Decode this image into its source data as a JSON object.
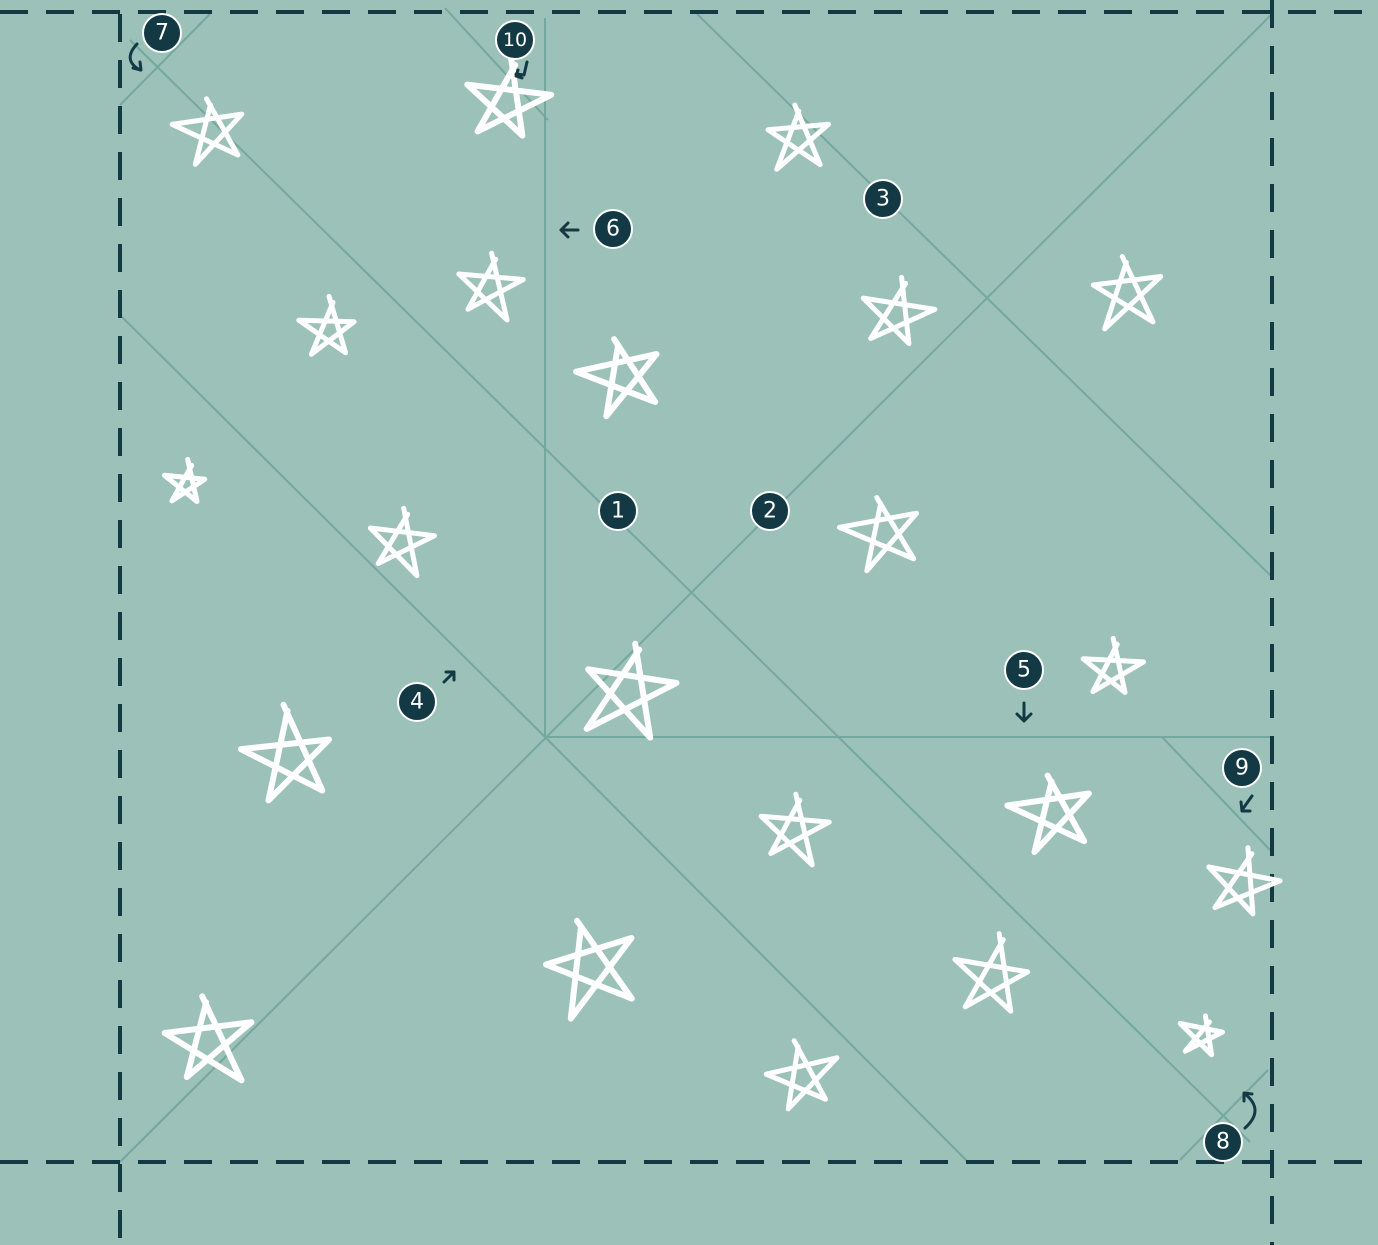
{
  "colors": {
    "background": "#9bc1b9",
    "fold_line": "#75a89c",
    "cut_line": "#133a44",
    "star": "#ffffff",
    "badge_fill": "#133a44",
    "badge_text": "#ffffff"
  },
  "steps": [
    {
      "label": "1",
      "arrow": "none"
    },
    {
      "label": "2",
      "arrow": "none"
    },
    {
      "label": "3",
      "arrow": "none"
    },
    {
      "label": "4",
      "arrow": "up-right"
    },
    {
      "label": "5",
      "arrow": "down"
    },
    {
      "label": "6",
      "arrow": "left"
    },
    {
      "label": "7",
      "arrow": "curl-down"
    },
    {
      "label": "8",
      "arrow": "curl-up"
    },
    {
      "label": "9",
      "arrow": "down-left"
    },
    {
      "label": "10",
      "arrow": "down"
    }
  ],
  "icons": {
    "star": "hand-drawn-star-icon",
    "arrow": "arrow-icon"
  }
}
